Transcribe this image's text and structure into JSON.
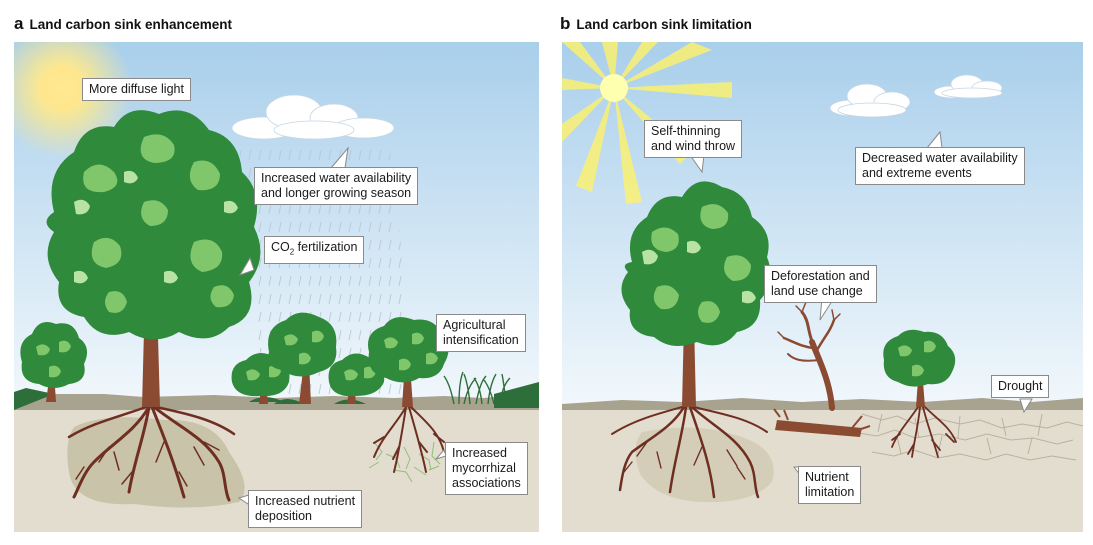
{
  "panel_a": {
    "letter": "a",
    "title": "Land carbon sink enhancement",
    "labels": {
      "diffuse_light": "More diffuse light",
      "water": "Increased water availability\nand longer growing season",
      "co2_prefix": "CO",
      "co2_sub": "2",
      "co2_suffix": " fertilization",
      "agricultural": "Agricultural\nintensification",
      "mycorrhizal": "Increased\nmycorrhizal\nassociations",
      "nutrient": "Increased nutrient\ndeposition"
    }
  },
  "panel_b": {
    "letter": "b",
    "title": "Land carbon sink limitation",
    "labels": {
      "self_thinning": "Self-thinning\nand wind throw",
      "water": "Decreased water availability\nand extreme events",
      "deforestation": "Deforestation and\nland use change",
      "drought": "Drought",
      "nutrient": "Nutrient\nlimitation"
    }
  },
  "colors": {
    "sky_top": "#a9cfeb",
    "sky_bottom": "#eef6fc",
    "soil": "#e3ddd0",
    "ground_line": "#a8a38e",
    "grass": "#2e6e3a",
    "leaf_dark": "#2f8a3c",
    "leaf_light": "#7fc76a",
    "trunk": "#8b4a32",
    "root": "#6e2f22",
    "sun": "#fff26a"
  }
}
